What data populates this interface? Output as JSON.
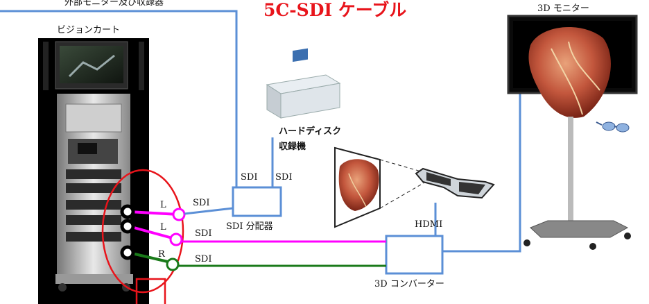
{
  "title": "5C-SDI ケーブル",
  "labels": {
    "external_monitor": "外部モニター及び収録器",
    "vision_cart": "ビジョンカート",
    "monitor_3d": "3D モニター",
    "hdd_line1": "ハードディスク",
    "hdd_line2": "収録機",
    "sdi_left": "SDI",
    "sdi_right": "SDI",
    "splitter": "SDI 分配器",
    "hdmi": "HDMI",
    "converter": "3D コンバーター",
    "port_l1": "L",
    "port_l2": "L",
    "port_r": "R",
    "sdi_l1": "SDI",
    "sdi_l2": "SDI",
    "sdi_r": "SDI"
  },
  "colors": {
    "title": "#e8141b",
    "blue_cable": "#5b8fd6",
    "magenta_cable": "#ff00ff",
    "green_cable": "#1a7a1a",
    "red_outline": "#e8141b"
  }
}
